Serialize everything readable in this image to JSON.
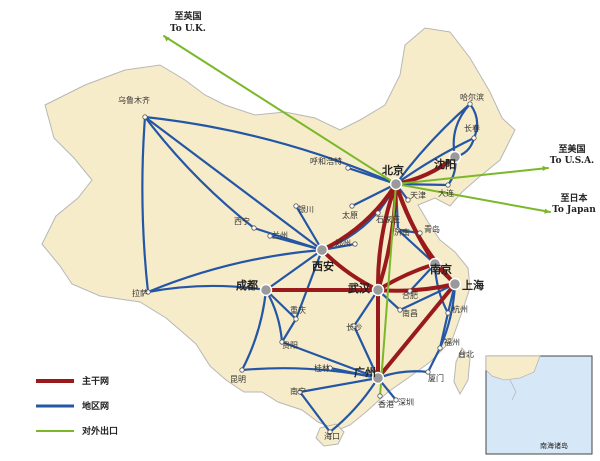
{
  "colors": {
    "land": "#f7ecc9",
    "border": "#b7b7b7",
    "trunk": "#9a1a1c",
    "regional": "#2456a6",
    "international": "#7ab82a",
    "node_fill": "#9a9a9a",
    "sea": "#d6e8f7"
  },
  "legend": [
    {
      "label": "主干网",
      "color_key": "trunk"
    },
    {
      "label": "地区网",
      "color_key": "regional"
    },
    {
      "label": "对外出口",
      "color_key": "international"
    }
  ],
  "external_links": [
    {
      "zh": "至英国",
      "en": "To U.K."
    },
    {
      "zh": "至美国",
      "en": "To U.S.A."
    },
    {
      "zh": "至日本",
      "en": "To Japan"
    }
  ],
  "cities": {
    "beijing": "北京",
    "shenyang": "沈阳",
    "xian": "西安",
    "chengdu": "成都",
    "wuhan": "武汉",
    "nanjing": "南京",
    "shanghai": "上海",
    "guangzhou": "广州",
    "urumqi": "乌鲁木齐",
    "harbin": "哈尔滨",
    "changchun": "长春",
    "dalian": "大连",
    "hohhot": "呼和浩特",
    "tianjin": "天津",
    "taiyuan": "太原",
    "shijiazhuang": "石家庄",
    "jinan": "济南",
    "qingdao": "青岛",
    "zhengzhou": "郑州",
    "xining": "西宁",
    "lanzhou": "兰州",
    "yinchuan": "银川",
    "lhasa": "拉萨",
    "chongqing": "重庆",
    "guiyang": "贵阳",
    "kunming": "昆明",
    "changsha": "长沙",
    "nanchang": "南昌",
    "hefei": "合肥",
    "hangzhou": "杭州",
    "fuzhou": "福州",
    "xiamen": "厦门",
    "taipei": "台北",
    "guilin": "桂林",
    "nanning": "南宁",
    "shenzhen": "深圳",
    "haikou": "海口",
    "zhuhai": "香港"
  },
  "inset_label": "南海诸岛"
}
